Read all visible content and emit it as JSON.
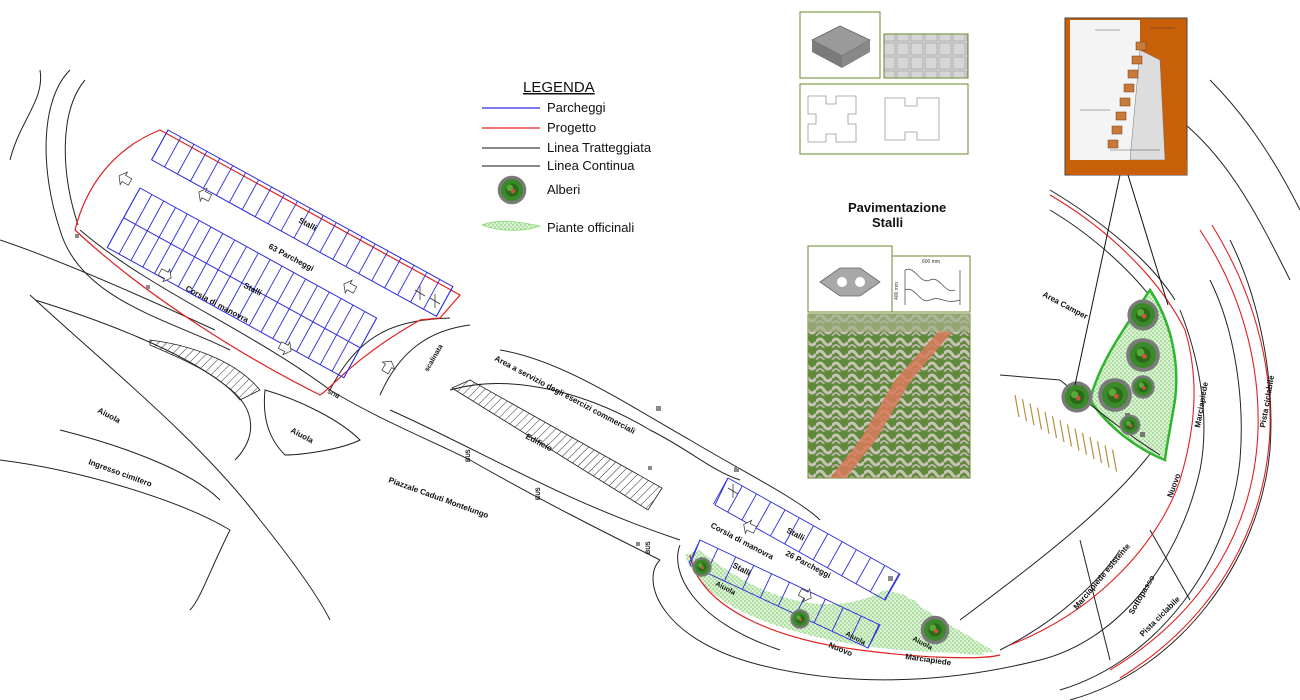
{
  "legend": {
    "title": "LEGENDA",
    "items": [
      {
        "label": "Parcheggi",
        "color": "#2a2ae0"
      },
      {
        "label": "Progetto",
        "color": "#e02020"
      },
      {
        "label": "Linea Tratteggiata",
        "color": "#111111"
      },
      {
        "label": "Linea Continua",
        "color": "#111111"
      },
      {
        "label": "Alberi",
        "color": "#3a8a2a"
      },
      {
        "label": "Piante officinali",
        "color": "#8ae07a"
      }
    ]
  },
  "paving": {
    "title_line1": "Pavimentazione",
    "title_line2": "Stalli",
    "dimension_width": "600 mm",
    "dimension_height": "400 mm"
  },
  "labels": {
    "stalli": "Stalli",
    "parking_upper": "63 Parcheggi",
    "parking_lower": "26 Parcheggi",
    "corsia": "Corsia di manovra",
    "aiuola": "Aiuola",
    "ingresso": "Ingresso cimitero",
    "piazzale": "Piazzale Caduti Montelungo",
    "scalinata": "scalinata",
    "area_servizio": "Area a servizio degli esercizi commerciali",
    "edificio": "Edificio",
    "bus": "BUS",
    "area_camper": "Area Camper",
    "marciapiede": "Marciapiede",
    "nuovo": "Nuovo",
    "marciapiede_esistente": "Marciapiede esistente",
    "sottopasso": "Sottopasso",
    "pista_ciclabile": "Pista ciclabile"
  },
  "colors": {
    "parking": "#2a2ae0",
    "project": "#e02020",
    "green": "#2fb52f",
    "tree": "#3a8a2a",
    "soil": "#c8600a"
  }
}
